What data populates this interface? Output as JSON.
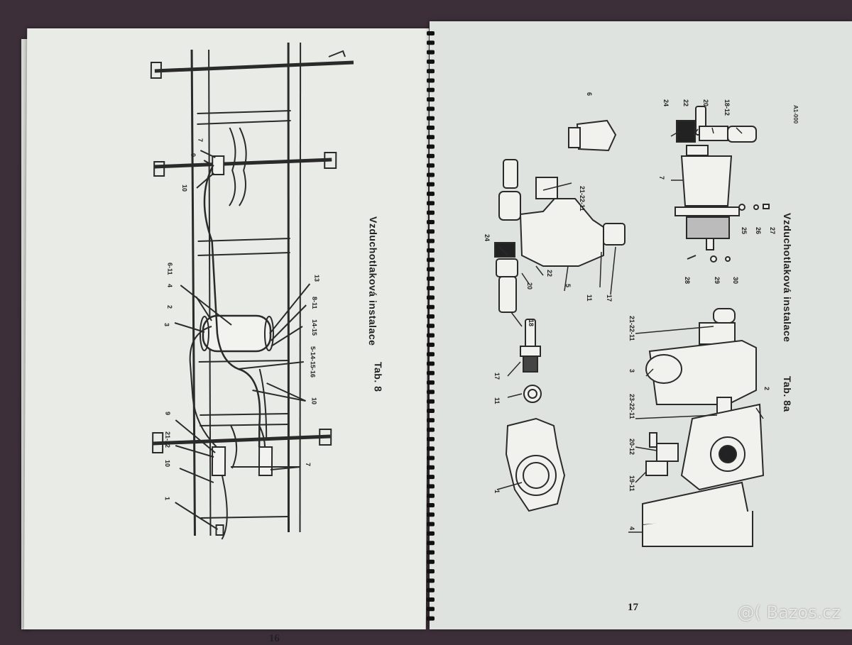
{
  "left_page": {
    "title": "Vzduchotlaková instalace",
    "table_label": "Tab. 8",
    "page_number": "16",
    "corner_code": "",
    "callouts": [
      "7",
      "9",
      "10",
      "6-11",
      "4",
      "2",
      "3",
      "13",
      "8-11",
      "14-15",
      "5-14-15-16",
      "10",
      "9",
      "21-22",
      "10",
      "1",
      "7"
    ]
  },
  "right_page": {
    "title": "Vzduchotlaková instalace",
    "table_label": "Tab. 8a",
    "page_number": "17",
    "corner_code": "A1-000",
    "callouts": [
      "6",
      "21-22-11",
      "24",
      "22",
      "20",
      "5",
      "11",
      "17",
      "18",
      "17",
      "11",
      "1",
      "24",
      "22",
      "20",
      "18-12",
      "7",
      "25",
      "26",
      "27",
      "28",
      "29",
      "30",
      "21-22-11",
      "3",
      "2",
      "23-22-11",
      "20-12",
      "19-11",
      "4"
    ]
  },
  "watermark": "@( Bazos.cz",
  "colors": {
    "paper": "#e9ebe6",
    "ink": "#222222",
    "background": "#3c2f39"
  }
}
